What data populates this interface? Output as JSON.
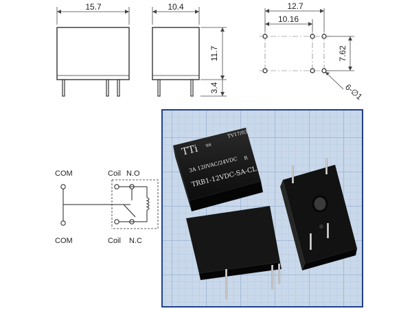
{
  "dimensions": {
    "front_width": "15.7",
    "side_width": "10.4",
    "side_height": "11.7",
    "pin_length": "3.4",
    "footprint_width": "12.7",
    "footprint_pitch": "10.16",
    "footprint_height": "7.62",
    "hole_spec": "6-∅1"
  },
  "schematic": {
    "com_top": "COM",
    "com_bottom": "COM",
    "coil_top": "Coil",
    "coil_bottom": "Coil",
    "no": "N.O",
    "nc": "N.C"
  },
  "relay_marking": {
    "brand": "TTi",
    "cert": "us",
    "code": "TV17/03",
    "rating": "3A  120VAC/24VDC",
    "r_mark": "R",
    "model": "TRB1-12VDC-SA-CL"
  },
  "colors": {
    "grid_bg": "#c9d8ea",
    "grid_line": "#8fb0d4",
    "relay_body": "#141414",
    "photo_border": "#1e3f8a"
  }
}
